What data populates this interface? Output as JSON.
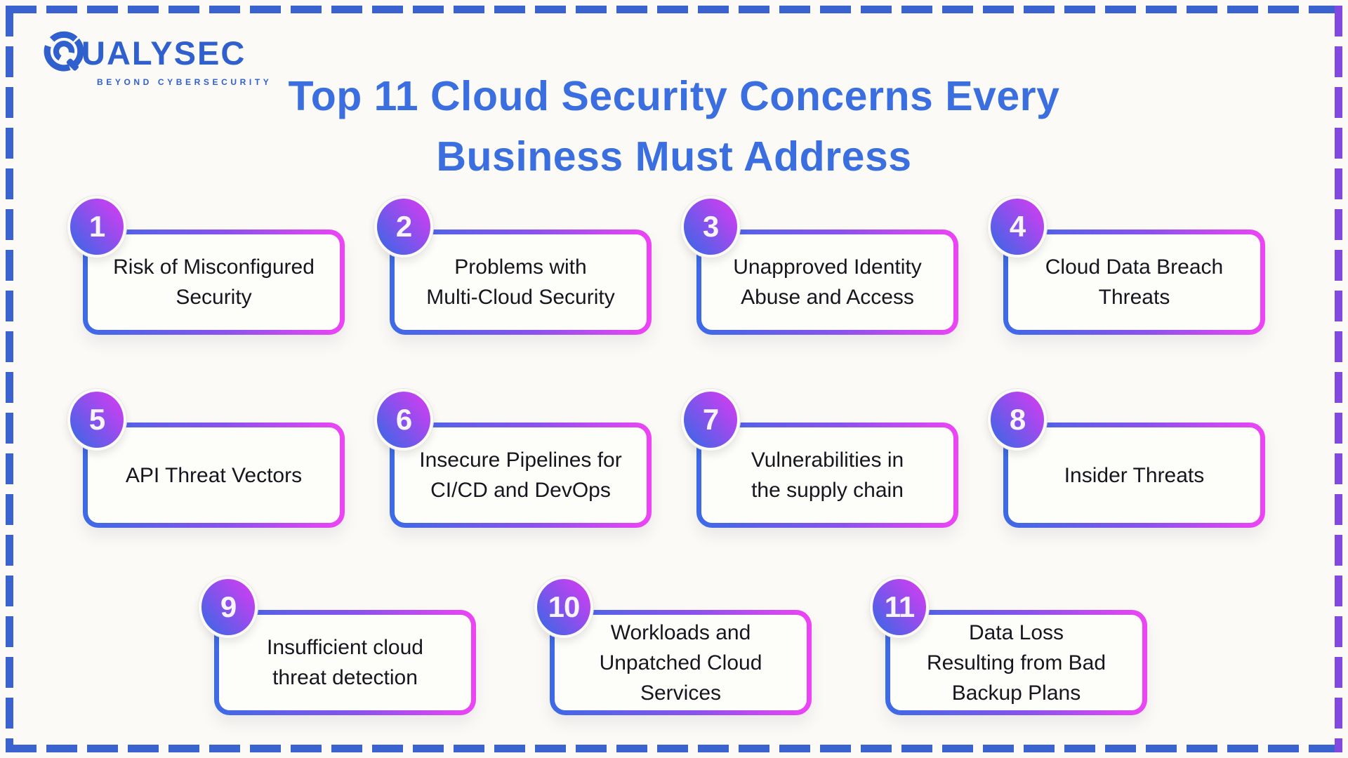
{
  "logo": {
    "brand_rest": "UALYSEC",
    "tagline": "BEYOND CYBERSECURITY",
    "color": "#3060ce"
  },
  "title": {
    "line1": "Top 11 Cloud Security Concerns Every",
    "line2": "Business Must Address",
    "color": "#3b6fe0"
  },
  "colors": {
    "frame_blue": "#3b63d0",
    "frame_purple": "#8149e0",
    "card_border_gradient": [
      "#3c6ae6",
      "#8a52ec",
      "#ee44f4"
    ],
    "circle_gradient": [
      "#3f66e6",
      "#9a4cee",
      "#d63cf0"
    ],
    "card_text": "#16161f"
  },
  "cards": [
    {
      "number": "1",
      "lines": [
        "Risk of Misconfigured",
        "Security"
      ]
    },
    {
      "number": "2",
      "lines": [
        "Problems with",
        "Multi-Cloud Security"
      ]
    },
    {
      "number": "3",
      "lines": [
        "Unapproved Identity",
        "Abuse and Access"
      ]
    },
    {
      "number": "4",
      "lines": [
        "Cloud Data Breach",
        "Threats"
      ]
    },
    {
      "number": "5",
      "lines": [
        "API Threat Vectors"
      ]
    },
    {
      "number": "6",
      "lines": [
        "Insecure Pipelines for",
        "CI/CD and DevOps"
      ]
    },
    {
      "number": "7",
      "lines": [
        "Vulnerabilities in",
        "the supply chain"
      ]
    },
    {
      "number": "8",
      "lines": [
        "Insider Threats"
      ]
    },
    {
      "number": "9",
      "lines": [
        "Insufficient cloud",
        "threat detection"
      ]
    },
    {
      "number": "10",
      "lines": [
        "Workloads and",
        "Unpatched Cloud",
        "Services"
      ]
    },
    {
      "number": "11",
      "lines": [
        "Data Loss",
        "Resulting from Bad",
        "Backup Plans"
      ]
    }
  ]
}
